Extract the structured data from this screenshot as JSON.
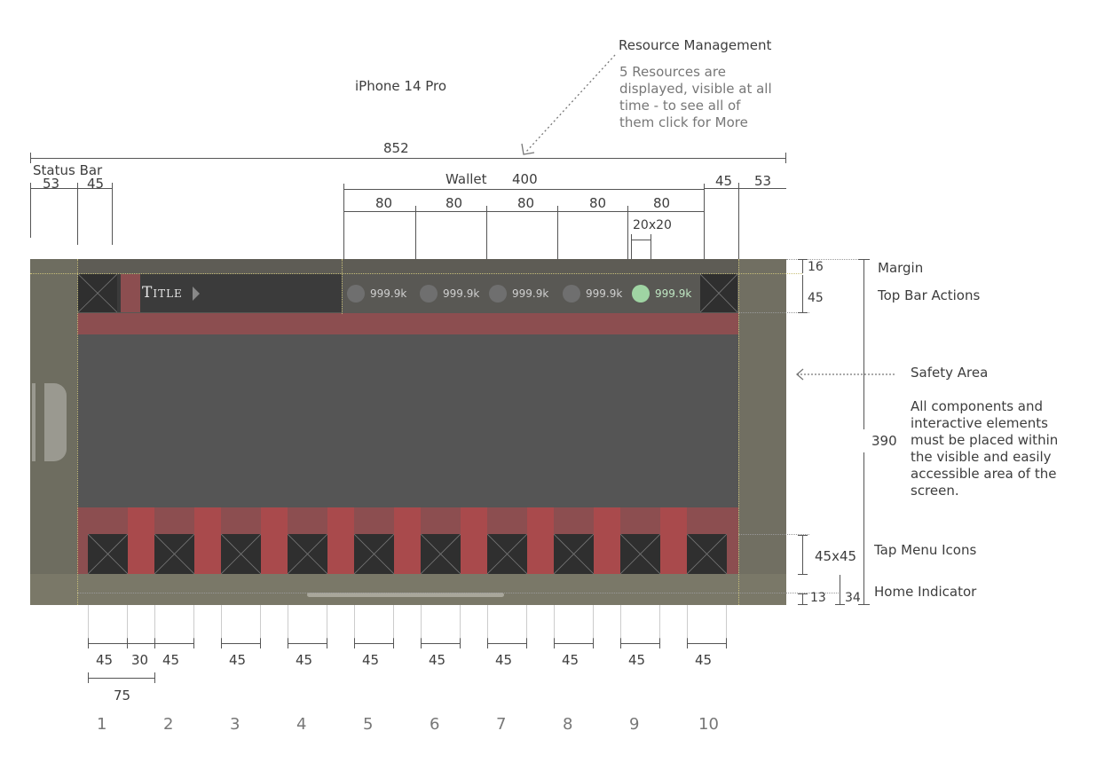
{
  "header": {
    "device": "iPhone 14 Pro",
    "resource_title": "Resource Management",
    "resource_desc": [
      "5 Resources are",
      "displayed, visible at all",
      "time - to see all of",
      "them click for More"
    ]
  },
  "dims": {
    "total_width": "852",
    "status_bar": "Status Bar",
    "left_53": "53",
    "left_45": "45",
    "wallet": "Wallet",
    "wallet_width": "400",
    "slot": "80",
    "right_45": "45",
    "right_53": "53",
    "icon_size": "20x20",
    "margin_val": "16",
    "topbar_val": "45",
    "screen_height": "390",
    "tap_size": "45x45",
    "home_13": "13",
    "home_34": "34"
  },
  "side_labels": {
    "margin": "Margin",
    "top_bar": "Top Bar Actions",
    "safety": "Safety Area",
    "safety_desc": [
      "All components and",
      "interactive elements",
      "must be placed within",
      "the visible and easily",
      "accessible area of the",
      "screen."
    ],
    "tap_menu": "Tap Menu Icons",
    "home_indicator": "Home Indicator"
  },
  "screen": {
    "title": "Title",
    "resources": [
      {
        "value": "999.9k",
        "active": false
      },
      {
        "value": "999.9k",
        "active": false
      },
      {
        "value": "999.9k",
        "active": false
      },
      {
        "value": "999.9k",
        "active": false
      },
      {
        "value": "999.9k",
        "active": true
      }
    ]
  },
  "bottom_dims": {
    "icon": "45",
    "gap": "30",
    "pair": "75",
    "columns": [
      "1",
      "2",
      "3",
      "4",
      "5",
      "6",
      "7",
      "8",
      "9",
      "10"
    ]
  },
  "colors": {
    "device_frame": "#7a7868",
    "safe_gray": "#575757",
    "red_band": "#8c4e50",
    "red_accent": "#a94a4c",
    "active_resource": "#9fd4a3"
  }
}
